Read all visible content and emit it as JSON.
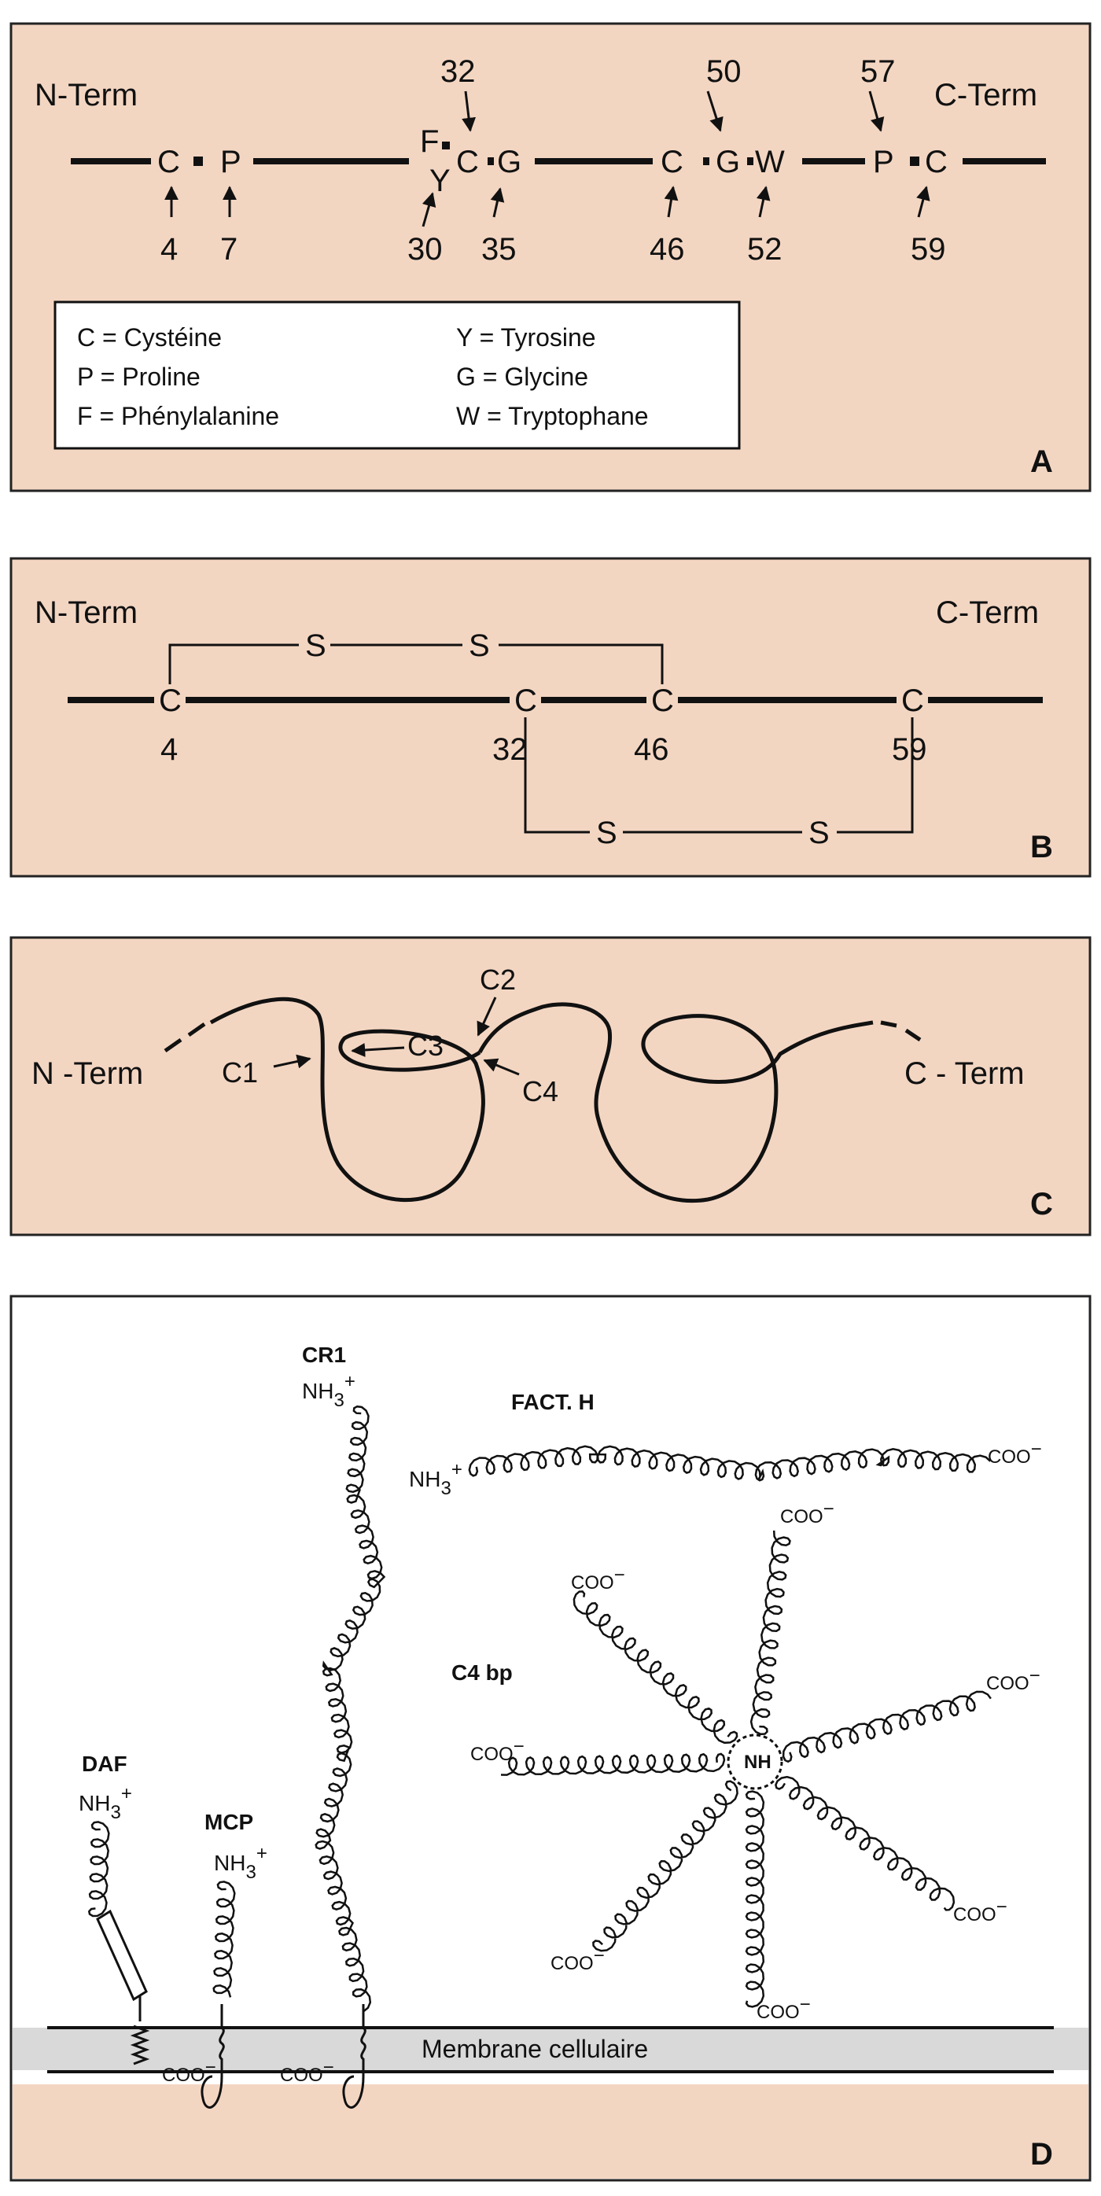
{
  "panel_a": {
    "letter": "A",
    "n_term": "N-Term",
    "c_term": "C-Term",
    "residues": [
      "C",
      "P",
      "F",
      "Y",
      "C",
      "G",
      "C",
      "G",
      "W",
      "P",
      "C"
    ],
    "numbers_above": [
      "32",
      "50",
      "57"
    ],
    "numbers_below": [
      "4",
      "7",
      "30",
      "35",
      "46",
      "52",
      "59"
    ],
    "legend_left": [
      "C = Cystéine",
      "P = Proline",
      "F = Phénylalanine"
    ],
    "legend_right": [
      "Y = Tyrosine",
      "G = Glycine",
      "W = Tryptophane"
    ]
  },
  "panel_b": {
    "letter": "B",
    "n_term": "N-Term",
    "c_term": "C-Term",
    "residues": [
      "C",
      "C",
      "C",
      "C"
    ],
    "numbers": [
      "4",
      "32",
      "46",
      "59"
    ],
    "sulfur": "S"
  },
  "panel_c": {
    "letter": "C",
    "n_term": "N -Term",
    "c_term": "C - Term",
    "labels": [
      "C1",
      "C2",
      "C3",
      "C4"
    ]
  },
  "panel_d": {
    "letter": "D",
    "membrane": "Membrane cellulaire",
    "proteins": {
      "cr1": "CR1",
      "fact_h": "FACT. H",
      "c4bp": "C4 bp",
      "daf": "DAF",
      "mcp": "MCP"
    },
    "nh3": "NH",
    "nh3_sub": "3",
    "nh3_sup": "+",
    "coo": "COO",
    "coo_sup": "−",
    "core_label": "NH"
  }
}
